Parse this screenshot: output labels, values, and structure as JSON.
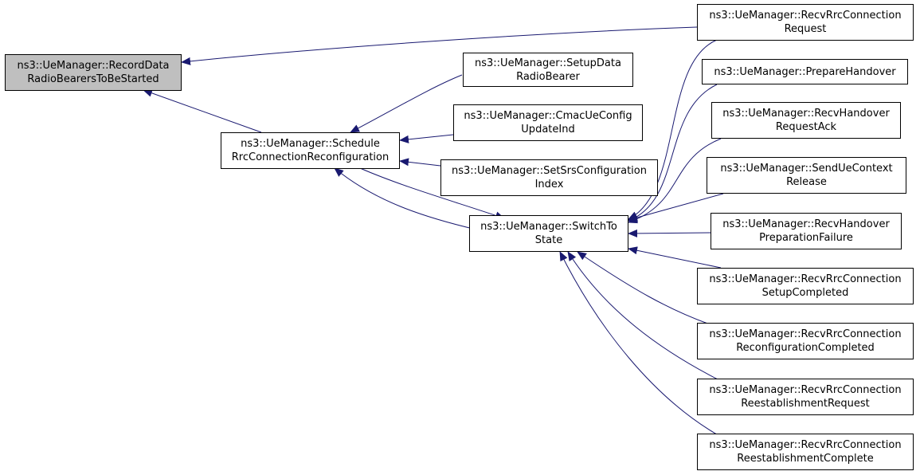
{
  "diagram": {
    "edge_color": "#191970",
    "focus_fill": "#bfbfbf",
    "nodes": [
      {
        "id": "record",
        "lines": [
          "ns3::UeManager::RecordData",
          "RadioBearersToBeStarted"
        ],
        "focus": true
      },
      {
        "id": "schedule",
        "lines": [
          "ns3::UeManager::Schedule",
          "RrcConnectionReconfiguration"
        ]
      },
      {
        "id": "setupdata",
        "lines": [
          "ns3::UeManager::SetupData",
          "RadioBearer"
        ]
      },
      {
        "id": "cmac",
        "lines": [
          "ns3::UeManager::CmacUeConfig",
          "UpdateInd"
        ]
      },
      {
        "id": "setsrs",
        "lines": [
          "ns3::UeManager::SetSrsConfiguration",
          "Index"
        ]
      },
      {
        "id": "switchto",
        "lines": [
          "ns3::UeManager::SwitchTo",
          "State"
        ]
      },
      {
        "id": "recvrequest",
        "lines": [
          "ns3::UeManager::RecvRrcConnection",
          "Request"
        ]
      },
      {
        "id": "preparehandover",
        "lines": [
          "ns3::UeManager::PrepareHandover"
        ]
      },
      {
        "id": "handoverack",
        "lines": [
          "ns3::UeManager::RecvHandover",
          "RequestAck"
        ]
      },
      {
        "id": "sendcontext",
        "lines": [
          "ns3::UeManager::SendUeContext",
          "Release"
        ]
      },
      {
        "id": "prepfailure",
        "lines": [
          "ns3::UeManager::RecvHandover",
          "PreparationFailure"
        ]
      },
      {
        "id": "setupcompleted",
        "lines": [
          "ns3::UeManager::RecvRrcConnection",
          "SetupCompleted"
        ]
      },
      {
        "id": "reconfcompleted",
        "lines": [
          "ns3::UeManager::RecvRrcConnection",
          "ReconfigurationCompleted"
        ]
      },
      {
        "id": "reestrequest",
        "lines": [
          "ns3::UeManager::RecvRrcConnection",
          "ReestablishmentRequest"
        ]
      },
      {
        "id": "reestcomplete",
        "lines": [
          "ns3::UeManager::RecvRrcConnection",
          "ReestablishmentComplete"
        ]
      }
    ],
    "edges": [
      {
        "from": "recvrequest",
        "to": "record"
      },
      {
        "from": "schedule",
        "to": "record"
      },
      {
        "from": "setupdata",
        "to": "schedule"
      },
      {
        "from": "cmac",
        "to": "schedule"
      },
      {
        "from": "setsrs",
        "to": "schedule"
      },
      {
        "from": "switchto",
        "to": "schedule"
      },
      {
        "from": "schedule",
        "to": "switchto"
      },
      {
        "from": "recvrequest",
        "to": "switchto"
      },
      {
        "from": "preparehandover",
        "to": "switchto"
      },
      {
        "from": "handoverack",
        "to": "switchto"
      },
      {
        "from": "sendcontext",
        "to": "switchto"
      },
      {
        "from": "prepfailure",
        "to": "switchto"
      },
      {
        "from": "setupcompleted",
        "to": "switchto"
      },
      {
        "from": "reconfcompleted",
        "to": "switchto"
      },
      {
        "from": "reestrequest",
        "to": "switchto"
      },
      {
        "from": "reestcomplete",
        "to": "switchto"
      }
    ]
  }
}
